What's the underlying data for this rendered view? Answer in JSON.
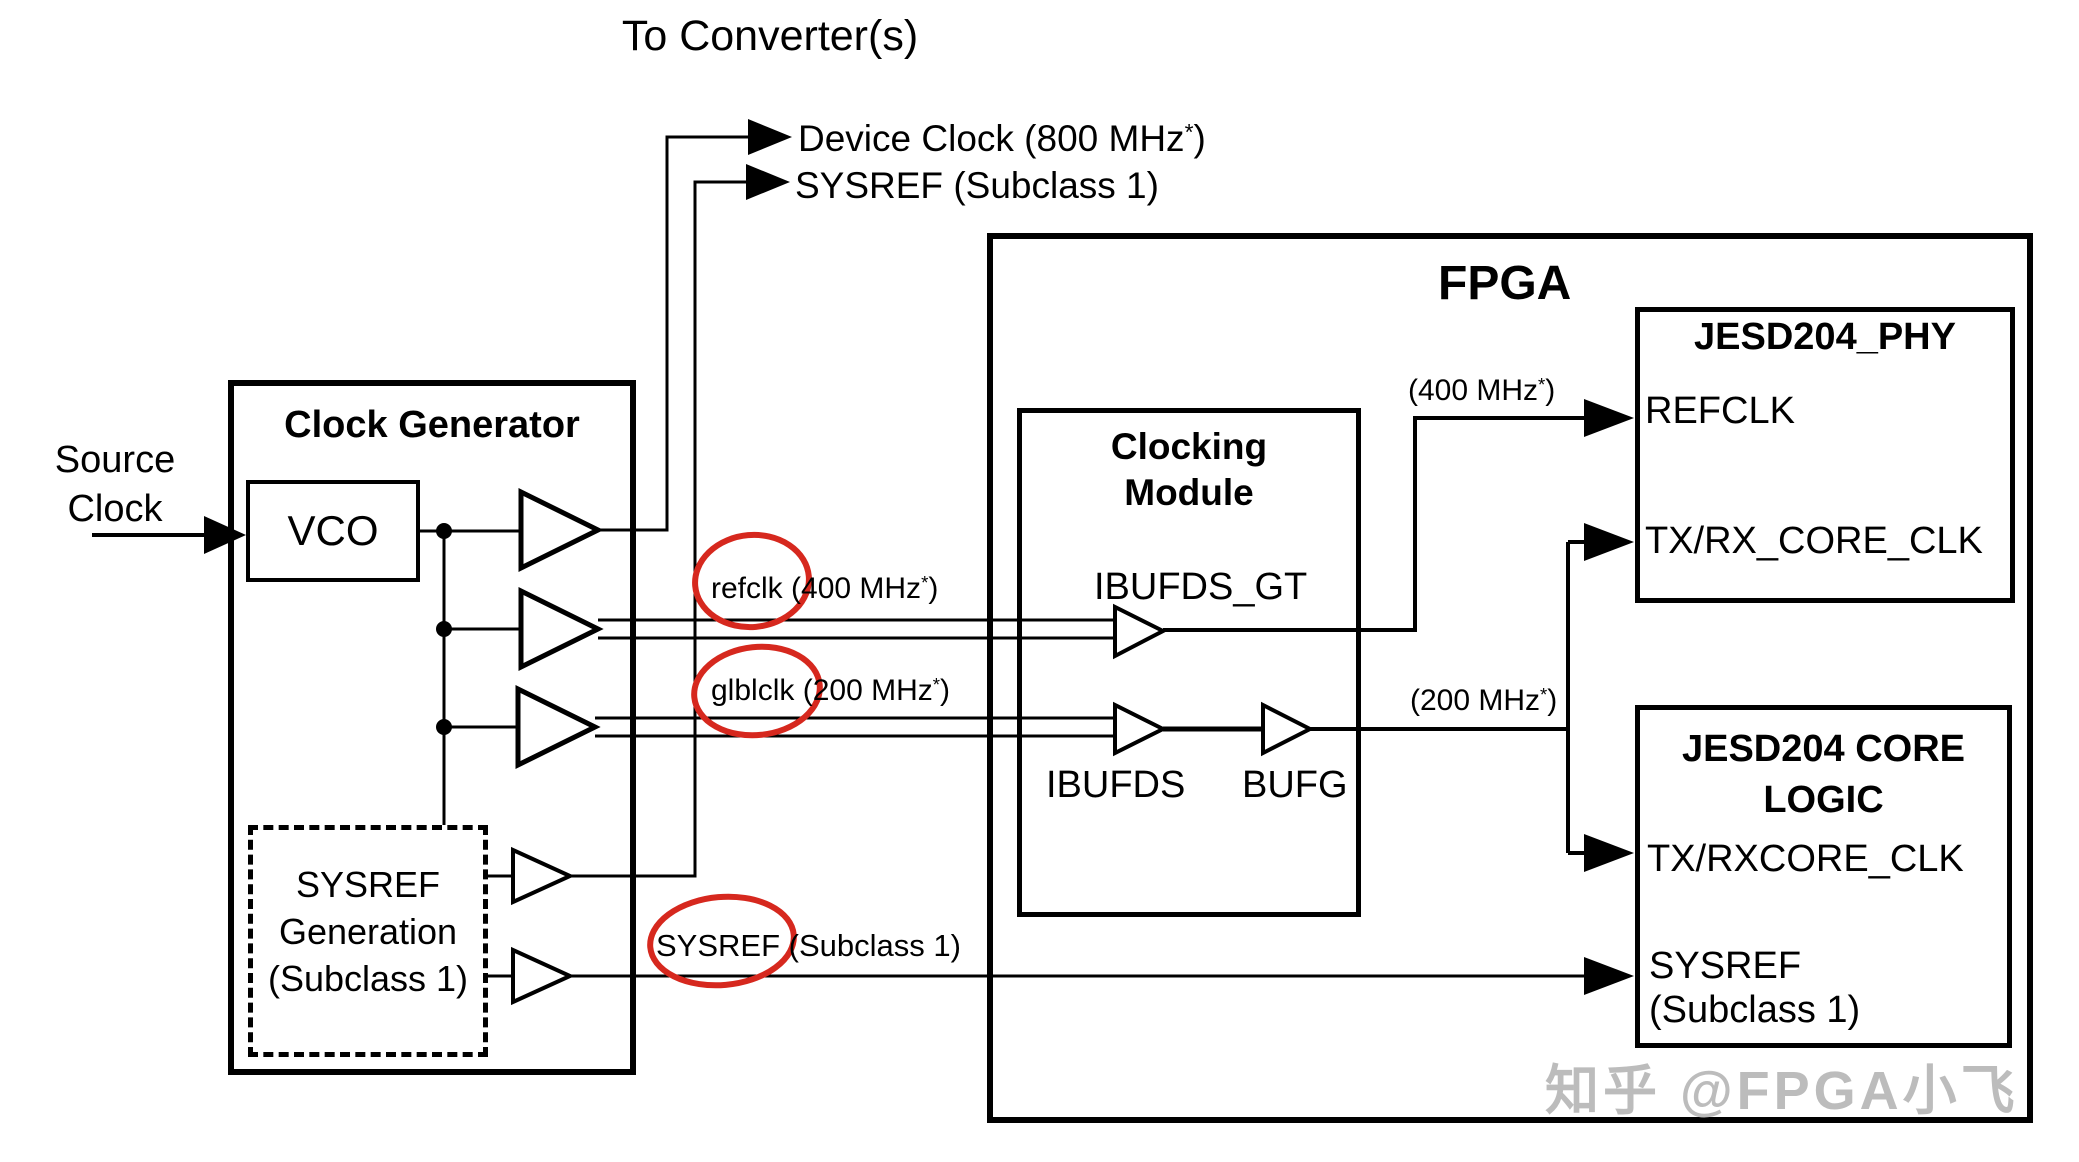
{
  "page": {
    "title": "To Converter(s)"
  },
  "colors": {
    "line_black": "#000000",
    "annotation_red": "#d6281e",
    "watermark_gray": "#bcbcbc"
  },
  "outputs": {
    "device_clock": {
      "pre": "Device Clock (800 MHz",
      "sup": "*",
      "post": ")"
    },
    "sysref": {
      "text": "SYSREF (Subclass 1)"
    }
  },
  "source_clock": {
    "line1": "Source",
    "line2": "Clock"
  },
  "clock_generator": {
    "title": "Clock Generator",
    "vco_label": "VCO",
    "sysref_gen_line1": "SYSREF",
    "sysref_gen_line2": "Generation",
    "sysref_gen_line3": "(Subclass 1)"
  },
  "annotations": {
    "refclk": {
      "name": "refclk",
      "pre": " (400 MHz",
      "sup": "*",
      "post": ")"
    },
    "glblclk": {
      "name": "glblclk",
      "pre": " (200 MHz",
      "sup": "*",
      "post": ")"
    },
    "sysref": {
      "name": "SYSREF",
      "post": " (Subclass 1)"
    }
  },
  "fpga": {
    "title": "FPGA",
    "clocking_module": {
      "title_line1": "Clocking",
      "title_line2": "Module",
      "ibufds_gt": "IBUFDS_GT",
      "ibufds": "IBUFDS",
      "bufg": "BUFG"
    },
    "freq_400": {
      "pre": "(400 MHz",
      "sup": "*",
      "post": ")"
    },
    "freq_200": {
      "pre": "(200 MHz",
      "sup": "*",
      "post": ")"
    },
    "phy": {
      "title": "JESD204_PHY",
      "refclk_port": "REFCLK",
      "core_clk_port": "TX/RX_CORE_CLK"
    },
    "core_logic": {
      "title_line1": "JESD204 CORE",
      "title_line2": "LOGIC",
      "core_clk_port": "TX/RXCORE_CLK",
      "sysref_port_line1": "SYSREF",
      "sysref_port_line2": "(Subclass 1)"
    }
  },
  "watermark": {
    "text": "知乎 @FPGA小飞"
  }
}
